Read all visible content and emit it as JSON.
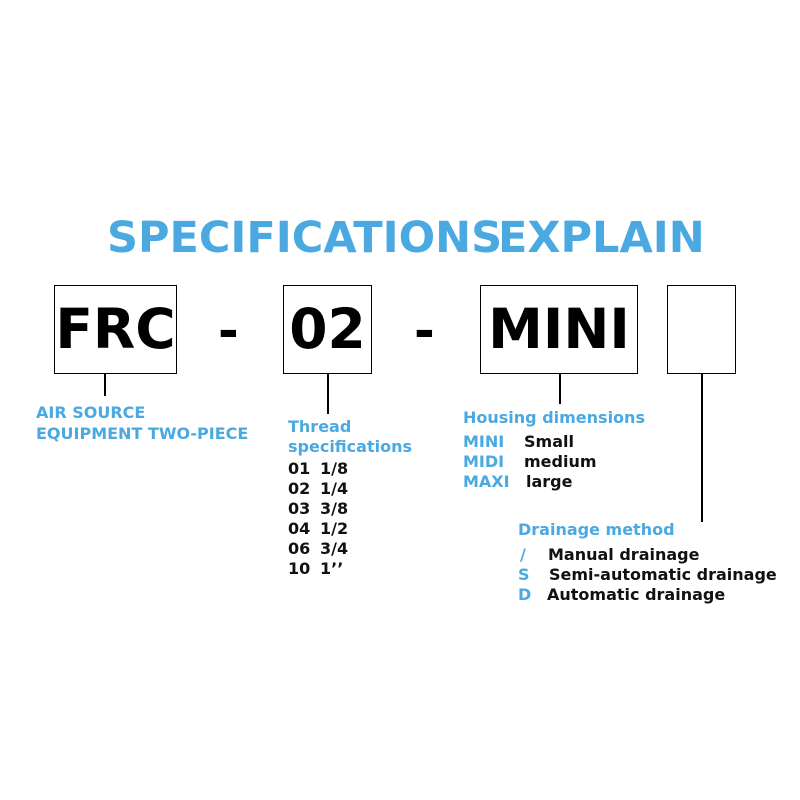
{
  "title": {
    "word1": "SPECIFICATIONS",
    "word2": "EXPLAIN"
  },
  "code": {
    "part1": "FRC",
    "sep1": "-",
    "part2": "02",
    "sep2": "-",
    "part3": "MINI",
    "part4": ""
  },
  "air_source": {
    "line1": "AIR SOURCE",
    "line2": "EQUIPMENT TWO-PIECE"
  },
  "thread": {
    "heading1": "Thread",
    "heading2": "specifications",
    "rows": [
      {
        "code": "01",
        "size": "1/8"
      },
      {
        "code": "02",
        "size": "1/4"
      },
      {
        "code": "03",
        "size": "3/8"
      },
      {
        "code": "04",
        "size": "1/2"
      },
      {
        "code": "06",
        "size": "3/4"
      },
      {
        "code": "10",
        "size": "1’’"
      }
    ]
  },
  "housing": {
    "heading": "Housing dimensions",
    "rows": [
      {
        "code": "MINI",
        "label": "Small"
      },
      {
        "code": "MIDI",
        "label": "medium"
      },
      {
        "code": "MAXI",
        "label": "large"
      }
    ]
  },
  "drainage": {
    "heading": "Drainage method",
    "rows": [
      {
        "code": "/",
        "label": "Manual drainage"
      },
      {
        "code": "S",
        "label": "Semi-automatic drainage"
      },
      {
        "code": "D",
        "label": "Automatic drainage"
      }
    ]
  },
  "colors": {
    "accent": "#4aa9e0",
    "text": "#111111",
    "border": "#000000"
  }
}
